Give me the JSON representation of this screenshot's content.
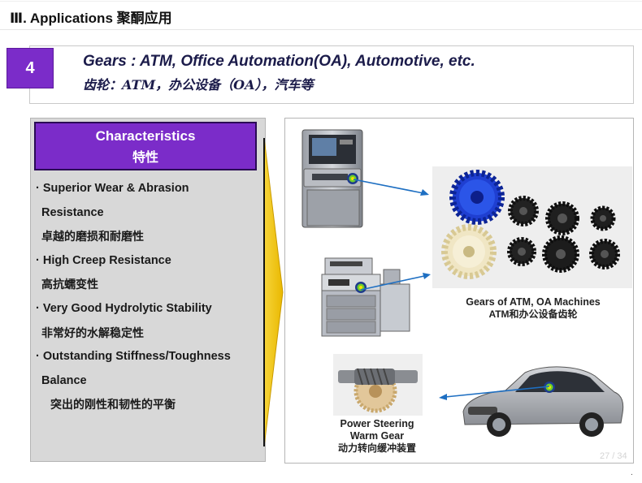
{
  "section_title": "Ⅲ. Applications 聚酮应用",
  "header": {
    "number": "4",
    "title_en": "Gears :  ATM, Office Automation(OA), Automotive, etc.",
    "title_cn": "齿轮：ATM，办公设备（OA），汽车等"
  },
  "characteristics": {
    "title_en": "Characteristics",
    "title_cn": "特性",
    "lines": [
      "·  Superior Wear & Abrasion",
      "Resistance",
      "卓越的磨损和耐磨性",
      "·  High Creep Resistance",
      "高抗蠕变性",
      "·  Very Good Hydrolytic Stability",
      "非常好的水解稳定性",
      "·  Outstanding Stiffness/Toughness",
      "Balance",
      "突出的刚性和韧性的平衡"
    ]
  },
  "captions": {
    "gears_en": "Gears of ATM, OA Machines",
    "gears_cn": "ATM和办公设备齿轮",
    "steering_en_1": "Power Steering",
    "steering_en_2": "Warm Gear",
    "steering_cn": "动力转向缓冲装置"
  },
  "images": {
    "atm": "atm-machine-image",
    "copier": "office-copier-image",
    "gears": "plastic-gears-image",
    "worm_gear": "worm-gear-image",
    "car": "sedan-car-image"
  },
  "page_number": "27 / 34",
  "colors": {
    "accent_purple": "#7b2cc9",
    "arrow_yellow": "#f2c400",
    "pointer_blue": "#1e6fc2",
    "marker_green": "#6ecf2a"
  }
}
